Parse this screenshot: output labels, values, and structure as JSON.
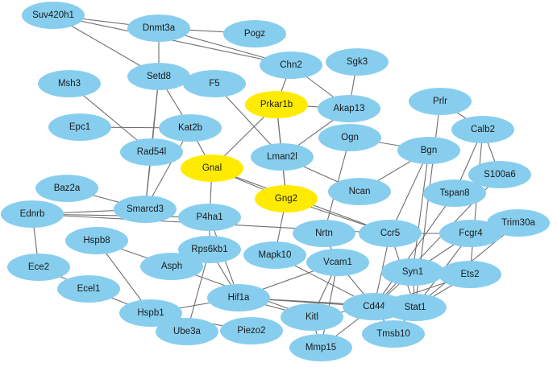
{
  "colors": {
    "default_node": "#87ceee",
    "highlight_node": "#ffeb00",
    "edge": "#6e6e6e"
  },
  "nodes": [
    {
      "id": "Suv420h1",
      "label": "Suv420h1",
      "hl": false
    },
    {
      "id": "Dnmt3a",
      "label": "Dnmt3a",
      "hl": false
    },
    {
      "id": "Pogz",
      "label": "Pogz",
      "hl": false
    },
    {
      "id": "Setd8",
      "label": "Setd8",
      "hl": false
    },
    {
      "id": "Chn2",
      "label": "Chn2",
      "hl": false
    },
    {
      "id": "Sgk3",
      "label": "Sgk3",
      "hl": false
    },
    {
      "id": "Msh3",
      "label": "Msh3",
      "hl": false
    },
    {
      "id": "F5",
      "label": "F5",
      "hl": false
    },
    {
      "id": "Prkar1b",
      "label": "Prkar1b",
      "hl": true
    },
    {
      "id": "Akap13",
      "label": "Akap13",
      "hl": false
    },
    {
      "id": "Prlr",
      "label": "Prlr",
      "hl": false
    },
    {
      "id": "Epc1",
      "label": "Epc1",
      "hl": false
    },
    {
      "id": "Kat2b",
      "label": "Kat2b",
      "hl": false
    },
    {
      "id": "Ogn",
      "label": "Ogn",
      "hl": false
    },
    {
      "id": "Calb2",
      "label": "Calb2",
      "hl": false
    },
    {
      "id": "Rad54l",
      "label": "Rad54l",
      "hl": false
    },
    {
      "id": "Lman2l",
      "label": "Lman2l",
      "hl": false
    },
    {
      "id": "Bgn",
      "label": "Bgn",
      "hl": false
    },
    {
      "id": "Gnal",
      "label": "Gnal",
      "hl": true
    },
    {
      "id": "S100a6",
      "label": "S100a6",
      "hl": false
    },
    {
      "id": "Baz2a",
      "label": "Baz2a",
      "hl": false
    },
    {
      "id": "Ncan",
      "label": "Ncan",
      "hl": false
    },
    {
      "id": "Gng2",
      "label": "Gng2",
      "hl": true
    },
    {
      "id": "Tspan8",
      "label": "Tspan8",
      "hl": false
    },
    {
      "id": "Smarcd3",
      "label": "Smarcd3",
      "hl": false
    },
    {
      "id": "Ednrb",
      "label": "Ednrb",
      "hl": false
    },
    {
      "id": "P4ha1",
      "label": "P4ha1",
      "hl": false
    },
    {
      "id": "Trim30a",
      "label": "Trim30a",
      "hl": false
    },
    {
      "id": "Nrtn",
      "label": "Nrtn",
      "hl": false
    },
    {
      "id": "Ccr5",
      "label": "Ccr5",
      "hl": false
    },
    {
      "id": "Fcgr4",
      "label": "Fcgr4",
      "hl": false
    },
    {
      "id": "Hspb8",
      "label": "Hspb8",
      "hl": false
    },
    {
      "id": "Rps6kb1",
      "label": "Rps6kb1",
      "hl": false
    },
    {
      "id": "Mapk10",
      "label": "Mapk10",
      "hl": false
    },
    {
      "id": "Asph",
      "label": "Asph",
      "hl": false
    },
    {
      "id": "Vcam1",
      "label": "Vcam1",
      "hl": false
    },
    {
      "id": "Syn1",
      "label": "Syn1",
      "hl": false
    },
    {
      "id": "Ece2",
      "label": "Ece2",
      "hl": false
    },
    {
      "id": "Ets2",
      "label": "Ets2",
      "hl": false
    },
    {
      "id": "Ecel1",
      "label": "Ecel1",
      "hl": false
    },
    {
      "id": "Hif1a",
      "label": "Hif1a",
      "hl": false
    },
    {
      "id": "Cd44",
      "label": "Cd44",
      "hl": false
    },
    {
      "id": "Stat1",
      "label": "Stat1",
      "hl": false
    },
    {
      "id": "Hspb1",
      "label": "Hspb1",
      "hl": false
    },
    {
      "id": "Kitl",
      "label": "Kitl",
      "hl": false
    },
    {
      "id": "Ube3a",
      "label": "Ube3a",
      "hl": false
    },
    {
      "id": "Piezo2",
      "label": "Piezo2",
      "hl": false
    },
    {
      "id": "Tmsb10",
      "label": "Tmsb10",
      "hl": false
    },
    {
      "id": "Mmp15",
      "label": "Mmp15",
      "hl": false
    }
  ],
  "edges": [
    [
      "Suv420h1",
      "Dnmt3a"
    ],
    [
      "Suv420h1",
      "Setd8"
    ],
    [
      "Suv420h1",
      "Chn2"
    ],
    [
      "Dnmt3a",
      "Pogz"
    ],
    [
      "Dnmt3a",
      "Setd8"
    ],
    [
      "Dnmt3a",
      "Chn2"
    ],
    [
      "Setd8",
      "Kat2b"
    ],
    [
      "Setd8",
      "Rad54l"
    ],
    [
      "Setd8",
      "Smarcd3"
    ],
    [
      "Msh3",
      "Rad54l"
    ],
    [
      "Epc1",
      "Kat2b"
    ],
    [
      "Kat2b",
      "Smarcd3"
    ],
    [
      "Kat2b",
      "Gnal"
    ],
    [
      "Rad54l",
      "Smarcd3"
    ],
    [
      "Baz2a",
      "Smarcd3"
    ],
    [
      "Ednrb",
      "Smarcd3"
    ],
    [
      "Chn2",
      "Prkar1b"
    ],
    [
      "Chn2",
      "Akap13"
    ],
    [
      "Sgk3",
      "Akap13"
    ],
    [
      "F5",
      "Lman2l"
    ],
    [
      "Prkar1b",
      "Akap13"
    ],
    [
      "Prkar1b",
      "Gnal"
    ],
    [
      "Prkar1b",
      "Lman2l"
    ],
    [
      "Prkar1b",
      "Gng2"
    ],
    [
      "Akap13",
      "Lman2l"
    ],
    [
      "Lman2l",
      "Ncan"
    ],
    [
      "Lman2l",
      "Gng2"
    ],
    [
      "Ogn",
      "Bgn"
    ],
    [
      "Ogn",
      "Nrtn"
    ],
    [
      "Bgn",
      "Ncan"
    ],
    [
      "Bgn",
      "Ccr5"
    ],
    [
      "Bgn",
      "Syn1"
    ],
    [
      "Prlr",
      "Calb2"
    ],
    [
      "Prlr",
      "Stat1"
    ],
    [
      "Calb2",
      "S100a6"
    ],
    [
      "Calb2",
      "Tspan8"
    ],
    [
      "Calb2",
      "Ets2"
    ],
    [
      "S100a6",
      "Cd44"
    ],
    [
      "Tspan8",
      "Cd44"
    ],
    [
      "Gnal",
      "Gng2"
    ],
    [
      "Gnal",
      "P4ha1"
    ],
    [
      "Gnal",
      "Ccr5"
    ],
    [
      "Gng2",
      "Ccr5"
    ],
    [
      "Gng2",
      "Mapk10"
    ],
    [
      "Ednrb",
      "Ece2"
    ],
    [
      "Ednrb",
      "Ccr5"
    ],
    [
      "Ednrb",
      "P4ha1"
    ],
    [
      "Hspb8",
      "Hspb1"
    ],
    [
      "Hspb8",
      "Asph"
    ],
    [
      "P4ha1",
      "Rps6kb1"
    ],
    [
      "P4ha1",
      "Hif1a"
    ],
    [
      "Rps6kb1",
      "Hif1a"
    ],
    [
      "Rps6kb1",
      "Ube3a"
    ],
    [
      "Asph",
      "Rps6kb1"
    ],
    [
      "Asph",
      "Kitl"
    ],
    [
      "Nrtn",
      "Vcam1"
    ],
    [
      "Ccr5",
      "Cd44"
    ],
    [
      "Ccr5",
      "Stat1"
    ],
    [
      "Ccr5",
      "Fcgr4"
    ],
    [
      "Fcgr4",
      "Syn1"
    ],
    [
      "Fcgr4",
      "Stat1"
    ],
    [
      "Vcam1",
      "Cd44"
    ],
    [
      "Vcam1",
      "Kitl"
    ],
    [
      "Vcam1",
      "Hif1a"
    ],
    [
      "Vcam1",
      "Mmp15"
    ],
    [
      "Syn1",
      "Cd44"
    ],
    [
      "Syn1",
      "Stat1"
    ],
    [
      "Ets2",
      "Stat1"
    ],
    [
      "Ets2",
      "Cd44"
    ],
    [
      "Trim30a",
      "Stat1"
    ],
    [
      "Ece2",
      "Ecel1"
    ],
    [
      "Ecel1",
      "Hspb1"
    ],
    [
      "Hspb1",
      "Hif1a"
    ],
    [
      "Hspb1",
      "Piezo2"
    ],
    [
      "Hif1a",
      "Kitl"
    ],
    [
      "Hif1a",
      "Cd44"
    ],
    [
      "Hif1a",
      "Stat1"
    ],
    [
      "Kitl",
      "Cd44"
    ],
    [
      "Kitl",
      "Mmp15"
    ],
    [
      "Cd44",
      "Stat1"
    ],
    [
      "Cd44",
      "Tmsb10"
    ],
    [
      "Cd44",
      "Mmp15"
    ],
    [
      "Stat1",
      "Tmsb10"
    ],
    [
      "Mapk10",
      "Cd44"
    ]
  ]
}
